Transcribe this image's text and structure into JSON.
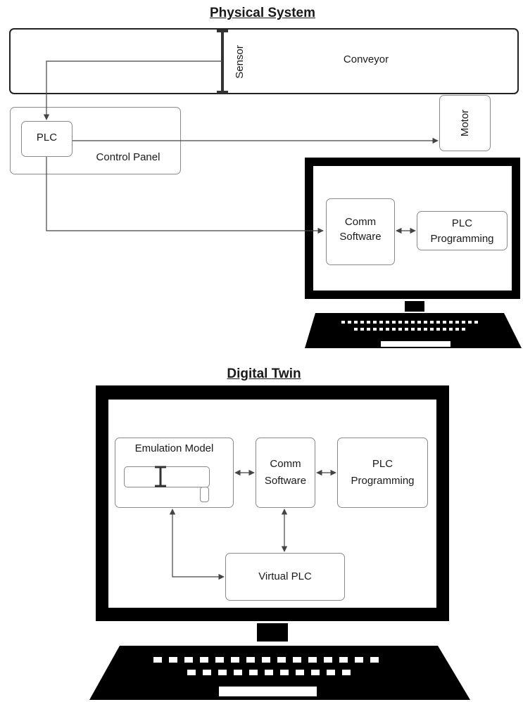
{
  "physical": {
    "title": "Physical System",
    "conveyor_label": "Conveyor",
    "sensor_label": "Sensor",
    "control_panel_label": "Control Panel",
    "plc_label": "PLC",
    "motor_label": "Motor",
    "comm_line1": "Comm",
    "comm_line2": "Software",
    "prog_line1": "PLC",
    "prog_line2": "Programming"
  },
  "twin": {
    "title": "Digital Twin",
    "emulation_label": "Emulation Model",
    "comm_line1": "Comm",
    "comm_line2": "Software",
    "prog_line1": "PLC",
    "prog_line2": "Programming",
    "virtual_plc_label": "Virtual PLC"
  },
  "colors": {
    "line": "#444444",
    "box_border": "#8a8a8a",
    "monitor": "#000000"
  },
  "icons": [
    "sensor-icon",
    "keyboard-icon",
    "arrow-icon"
  ]
}
